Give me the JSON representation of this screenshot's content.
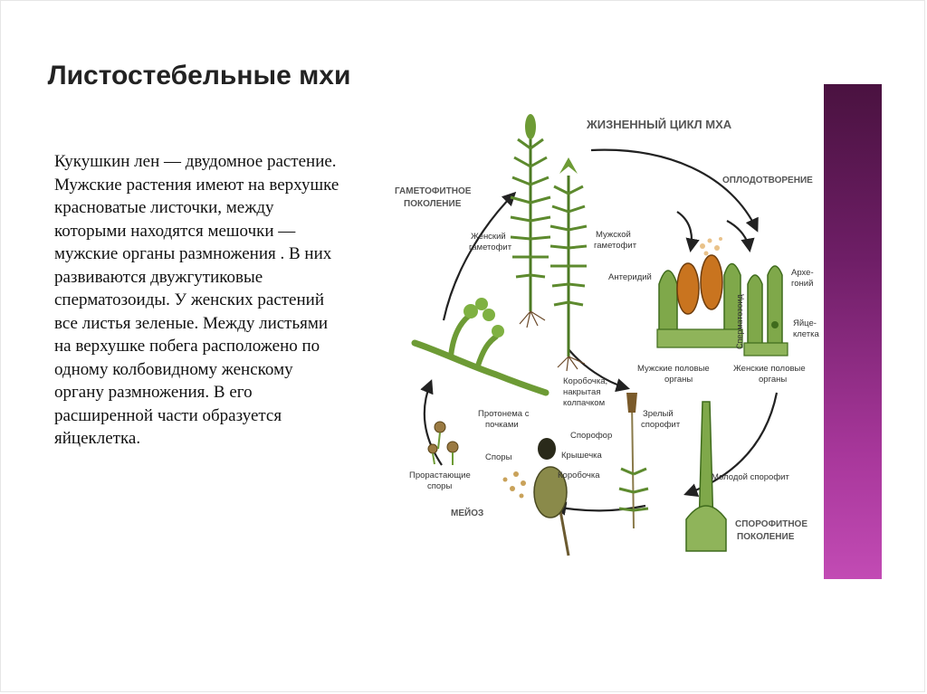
{
  "slide": {
    "title": "Листостебельные мхи",
    "body": "Кукушкин лен — двудомное растение. Мужские растения имеют на верхушке красноватые листочки, между которыми находятся мешочки — мужские органы размножения . В них развиваются двужгутиковые сперматозоиды. У женских растений все листья зеленые. Между листьями на верхушке побега расположено по одному колбовидному женскому органу размножения. В его расширенной части образуется яйцеклетка."
  },
  "diagram": {
    "heading": "ЖИЗНЕННЫЙ ЦИКЛ МХА",
    "labels": {
      "gametophyte_gen_1": "ГАМЕТОФИТНОЕ",
      "gametophyte_gen_2": "ПОКОЛЕНИЕ",
      "fertilization": "ОПЛОДОТВОРЕНИЕ",
      "female_gametophyte_1": "Женский",
      "female_gametophyte_2": "гаметофит",
      "male_gametophyte_1": "Мужской",
      "male_gametophyte_2": "гаметофит",
      "antheridium": "Антеридий",
      "sperm": "Сперматозоид",
      "archegonium_1": "Архе-",
      "archegonium_2": "гоний",
      "egg_1": "Яйце-",
      "egg_2": "клетка",
      "male_organs_1": "Мужские половые",
      "male_organs_2": "органы",
      "female_organs_1": "Женские половые",
      "female_organs_2": "органы",
      "capsule_cap_1": "Коробочка,",
      "capsule_cap_2": "накрытая",
      "capsule_cap_3": "колпачком",
      "mature_sporophyte_1": "Зрелый",
      "mature_sporophyte_2": "спорофит",
      "protonema_1": "Протонема с",
      "protonema_2": "почками",
      "sporophore": "Спорофор",
      "spores": "Споры",
      "lid": "Крышечка",
      "capsule": "Коробочка",
      "germinating_1": "Прорастающие",
      "germinating_2": "споры",
      "young_sporophyte": "Молодой спорофит",
      "meiosis": "МЕЙОЗ",
      "sporophyte_gen_1": "СПОРОФИТНОЕ",
      "sporophyte_gen_2": "ПОКОЛЕНИЕ"
    }
  },
  "colors": {
    "accent_purple": "#6e1e66",
    "moss_green": "#5d8a2e",
    "antheridium_orange": "#c9741f",
    "arrow": "#222222"
  }
}
